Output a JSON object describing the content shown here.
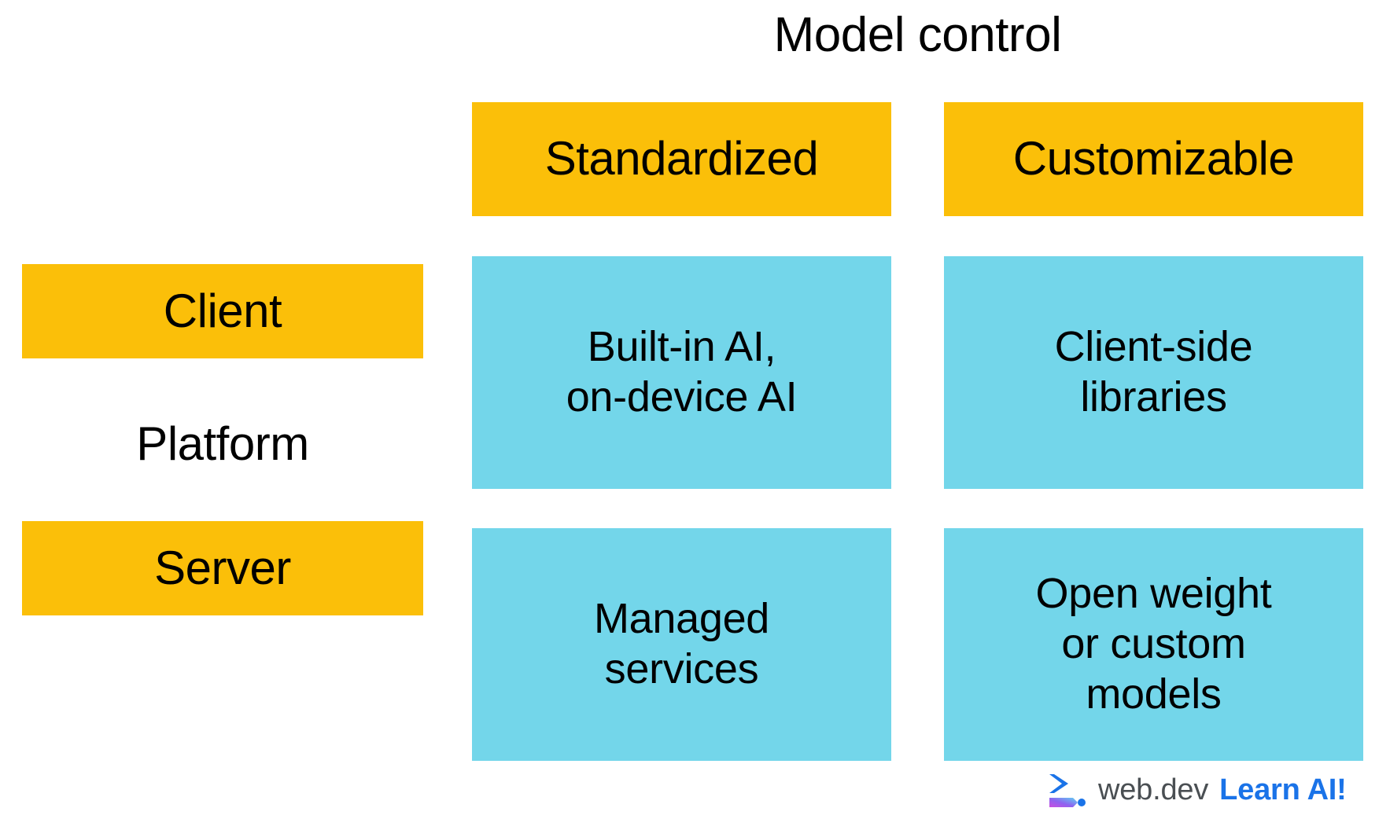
{
  "title": "Model control",
  "axis": {
    "column_axis_label": "Model control",
    "row_axis_label": "Platform"
  },
  "columns": [
    {
      "label": "Standardized"
    },
    {
      "label": "Customizable"
    }
  ],
  "rows": [
    {
      "label": "Client"
    },
    {
      "label": "Server"
    }
  ],
  "matrix": [
    {
      "row": "Client",
      "cells": [
        {
          "line1": "Built-in AI,",
          "line2": "on-device AI"
        },
        {
          "line1": "Client-side",
          "line2": "libraries"
        }
      ]
    },
    {
      "row": "Server",
      "cells": [
        {
          "line1": "Managed",
          "line2": "services",
          "line3": ""
        },
        {
          "line1": "Open weight",
          "line2": "or custom",
          "line3": "models"
        }
      ]
    }
  ],
  "footer": {
    "brand": "web.dev",
    "tagline": "Learn AI!",
    "logo_icon": "webdev-chevron-icon"
  },
  "colors": {
    "accent_yellow": "#FBBF09",
    "accent_cyan": "#73D6EA",
    "brand_blue": "#1A73E8",
    "wordmark_gray": "#4A4F53",
    "background": "#FFFFFF",
    "text": "#000000"
  }
}
